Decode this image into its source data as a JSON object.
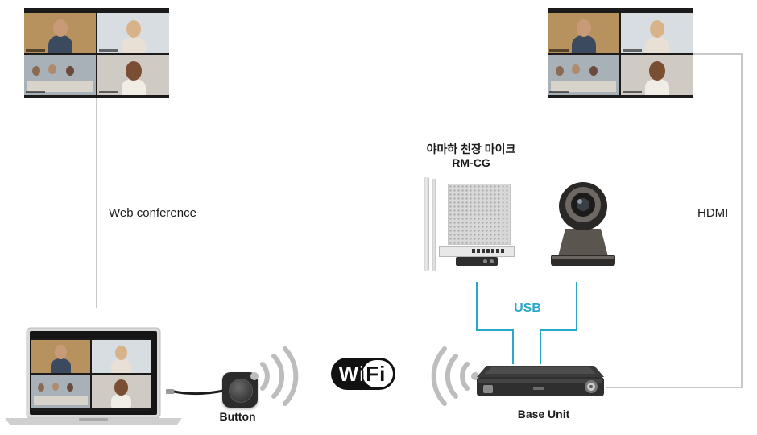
{
  "labels": {
    "web_conference": "Web conference",
    "hdmi": "HDMI",
    "mic_title": "야마하 천장 마이크",
    "mic_model": "RM-CG",
    "usb": "USB",
    "button": "Button",
    "base_unit": "Base Unit",
    "wifi_word": "WiFi"
  },
  "colors": {
    "usb_accent": "#2aa8c8",
    "connector_line": "#c8c8c8",
    "wave_gray": "#bdbdbd"
  }
}
